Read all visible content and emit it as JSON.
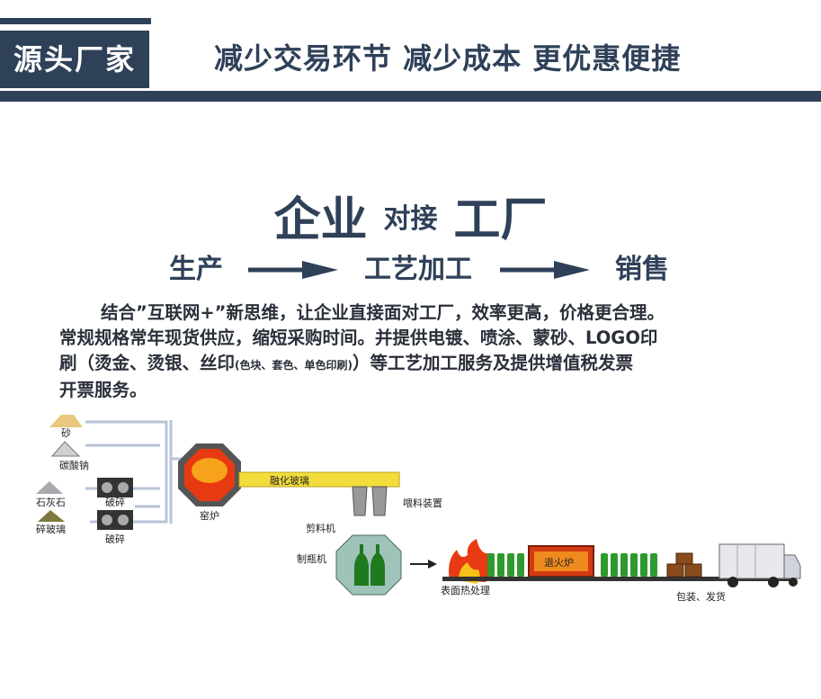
{
  "header": {
    "badge": "源头厂家",
    "slogan": "减少交易环节 减少成本  更优惠便捷"
  },
  "headline": {
    "part1": "企业",
    "part2": "对接",
    "part3": "工厂"
  },
  "flow": {
    "step1": "生产",
    "step2": "工艺加工",
    "step3": "销售"
  },
  "paragraph": {
    "line1": "结合”互联网+”新思维，让企业直接面对工厂，效率更高，价格更合理。",
    "line2": "常规规格常年现货供应，缩短采购时间。并提供电镀、喷涂、蒙砂、LOGO印",
    "line3a": "刷（烫金、烫银、丝印",
    "line3b": "(色块、套色、单色印刷)",
    "line3c": "）等工艺加工服务及提供增值税发票",
    "line4": "开票服务。"
  },
  "process": {
    "sand": "砂",
    "soda": "碳酸钠",
    "limestone": "石灰石",
    "cullet": "碎玻璃",
    "crusher1": "破碎",
    "crusher2": "破碎",
    "furnace": "窑炉",
    "molten": "融化玻璃",
    "spray": "喂料装置",
    "shear": "剪料机",
    "bottle_machine": "制瓶机",
    "surface": "表面热处理",
    "anneal": "退火炉",
    "pack": "包装、发货"
  },
  "colors": {
    "brand": "#2f4159",
    "furnace": "#e83a12",
    "glass": "#2e9a2e",
    "conveyor": "#f2dd3c"
  }
}
